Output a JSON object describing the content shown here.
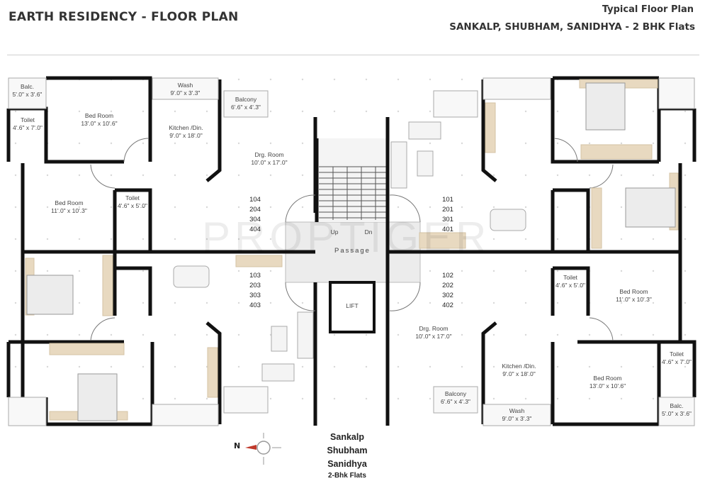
{
  "header": {
    "title": "EARTH RESIDENCY - FLOOR PLAN",
    "subtitle_line1": "Typical Floor Plan",
    "subtitle_line2": "SANKALP, SHUBHAM, SANIDHYA - 2 BHK Flats"
  },
  "watermark": "PROPTIGER",
  "colors": {
    "wall": "#111111",
    "furniture_wood": "#e8d9c0",
    "floor_grey": "#ececec",
    "text": "#333333",
    "compass_red": "#c0392b"
  },
  "flats": {
    "top_left": {
      "numbers": [
        "104",
        "204",
        "304",
        "404"
      ],
      "rooms": [
        {
          "name": "Balc.",
          "size": "5'.0\" x 3'.6\""
        },
        {
          "name": "Toilet",
          "size": "4'.6\" x 7'.0\""
        },
        {
          "name": "Bed Room",
          "size": "13'.0\" x 10'.6\""
        },
        {
          "name": "Wash",
          "size": "9'.0\" x 3'.3\""
        },
        {
          "name": "Kitchen /Din.",
          "size": "9'.0\" x 18'.0\""
        },
        {
          "name": "Balcony",
          "size": "6'.6\" x 4'.3\""
        },
        {
          "name": "Drg. Room",
          "size": "10'.0\" x 17'.0\""
        },
        {
          "name": "Bed Room",
          "size": "11'.0\" x 10'.3\""
        },
        {
          "name": "Toilet",
          "size": "4'.6\" x 5'.0\""
        }
      ]
    },
    "top_right": {
      "numbers": [
        "101",
        "201",
        "301",
        "401"
      ]
    },
    "bottom_left": {
      "numbers": [
        "103",
        "203",
        "303",
        "403"
      ]
    },
    "bottom_right": {
      "numbers": [
        "102",
        "202",
        "302",
        "402"
      ],
      "rooms": [
        {
          "name": "Drg. Room",
          "size": "10'.0\" x 17'.0\""
        },
        {
          "name": "Toilet",
          "size": "4'.6\" x 5'.0\""
        },
        {
          "name": "Bed Room",
          "size": "11'.0\" x 10'.3\""
        },
        {
          "name": "Kitchen /Din.",
          "size": "9'.0\" x 18'.0\""
        },
        {
          "name": "Bed Room",
          "size": "13'.0\" x 10'.6\""
        },
        {
          "name": "Toilet",
          "size": "4'.6\" x 7'.0\""
        },
        {
          "name": "Balcony",
          "size": "6'.6\" x 4'.3\""
        },
        {
          "name": "Wash",
          "size": "9'.0\" x 3'.3\""
        },
        {
          "name": "Balc.",
          "size": "5'.0\" x 3'.6\""
        }
      ]
    }
  },
  "core": {
    "up": "Up",
    "down": "Dn",
    "passage": "Passage",
    "lift": "LIFT"
  },
  "legend": {
    "line1": "Sankalp",
    "line2": "Shubham",
    "line3": "Sanidhya",
    "line4": "2-Bhk Flats"
  },
  "compass": {
    "label": "N"
  }
}
